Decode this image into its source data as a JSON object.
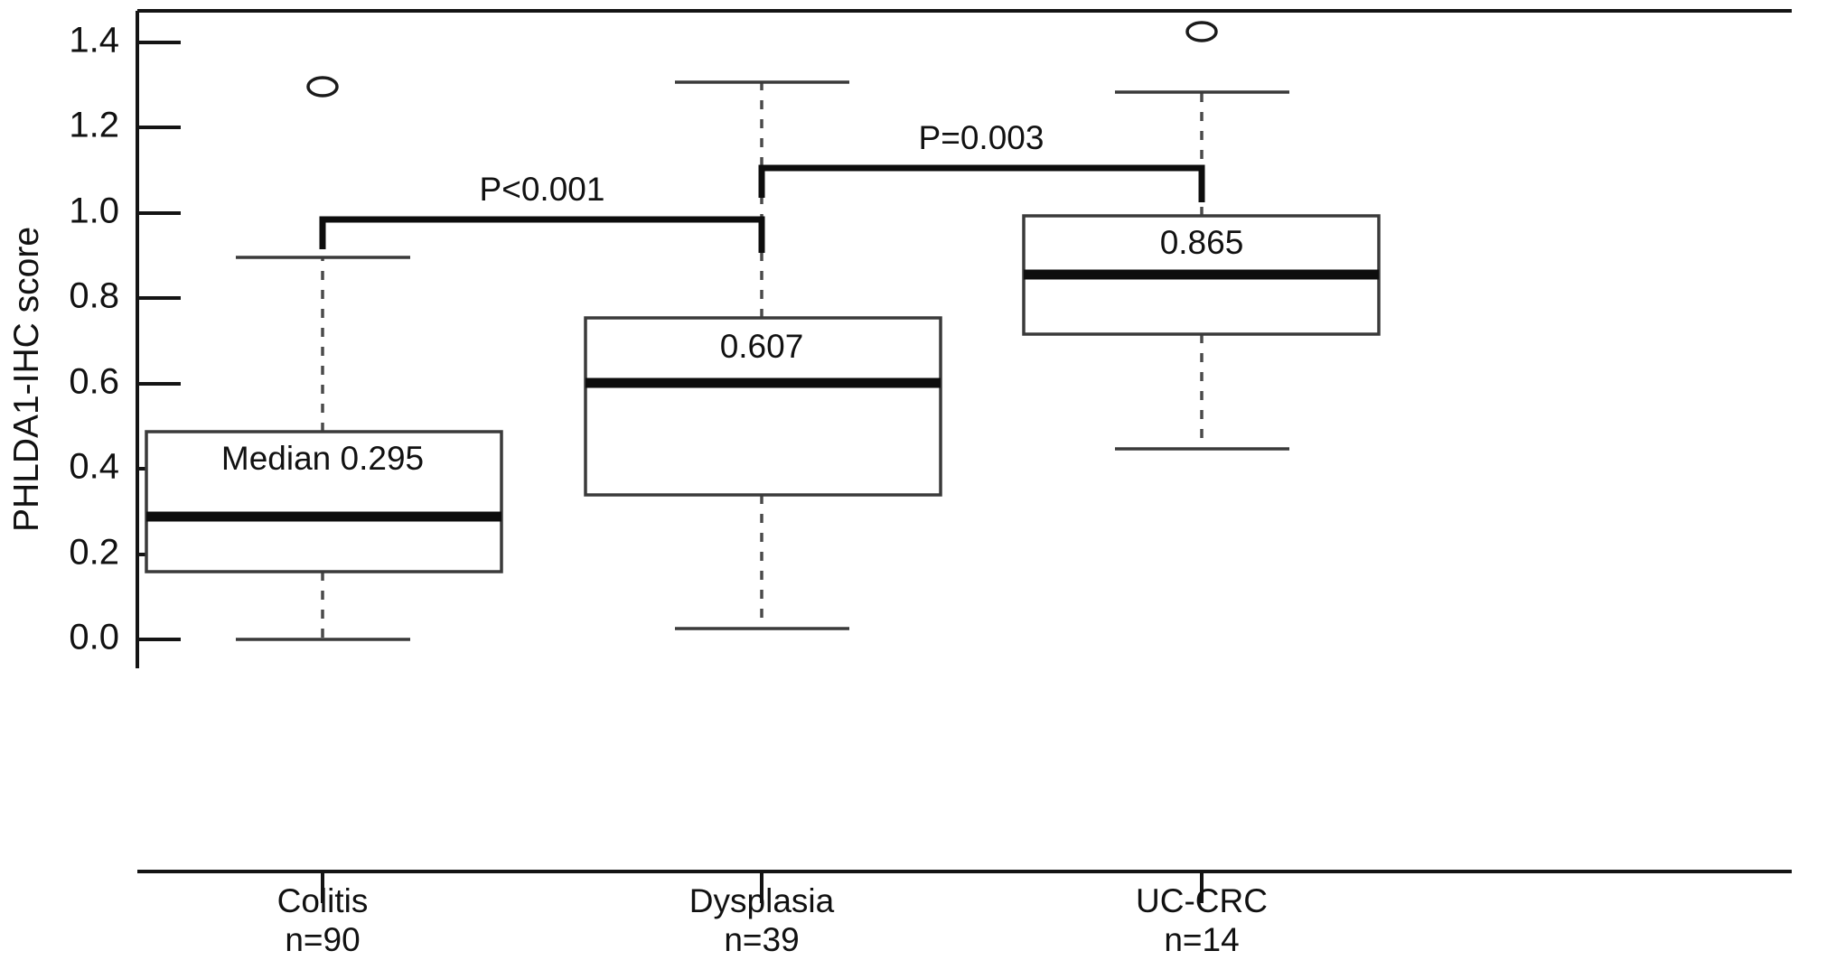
{
  "chart_data": {
    "type": "boxplot",
    "title": "",
    "xlabel": "",
    "ylabel": "PHLDA1-IHC score",
    "ylim": [
      -0.06,
      1.48
    ],
    "yticks": [
      0.0,
      0.2,
      0.4,
      0.6,
      0.8,
      1.0,
      1.2,
      1.4
    ],
    "ytick_labels": [
      "0.0",
      "0.2",
      "0.4",
      "0.6",
      "0.8",
      "1.0",
      "1.2",
      "1.4"
    ],
    "grid": false,
    "legend": "none",
    "categories": [
      "Colitis",
      "Dysplasia",
      "UC-CRC"
    ],
    "group_counts": [
      "n=90",
      "n=39",
      "n=14"
    ],
    "boxes": [
      {
        "category": "Colitis",
        "count_label": "n=90",
        "whisker_low": 0.0,
        "q1": 0.145,
        "median": 0.295,
        "q3": 0.475,
        "whisker_high": 0.9,
        "outliers": [
          1.295
        ],
        "median_label": "Median 0.295"
      },
      {
        "category": "Dysplasia",
        "count_label": "n=39",
        "whisker_low": 0.025,
        "q1": 0.325,
        "median": 0.607,
        "q3": 0.755,
        "whisker_high": 1.315,
        "outliers": [],
        "median_label": "0.607"
      },
      {
        "category": "UC-CRC",
        "count_label": "n=14",
        "whisker_low": 0.45,
        "q1": 0.725,
        "median": 0.865,
        "q3": 1.0,
        "whisker_high": 1.29,
        "outliers": [
          1.425
        ],
        "median_label": "0.865"
      }
    ],
    "annotations": [
      {
        "id": "colitis-dysplasia",
        "text": "P<0.001",
        "from_category": "Colitis",
        "to_category": "Dysplasia",
        "bracket_y": 0.99
      },
      {
        "id": "dysplasia-uccrc",
        "text": "P=0.003",
        "from_category": "Dysplasia",
        "to_category": "UC-CRC",
        "bracket_y": 1.115
      }
    ]
  },
  "axis": {
    "y_title": "PHLDA1-IHC score",
    "tick_0": "0.0",
    "tick_1": "0.2",
    "tick_2": "0.4",
    "tick_3": "0.6",
    "tick_4": "0.8",
    "tick_5": "1.0",
    "tick_6": "1.2",
    "tick_7": "1.4"
  },
  "x_labels": {
    "cat_0_name": "Colitis",
    "cat_0_count": "n=90",
    "cat_1_name": "Dysplasia",
    "cat_1_count": "n=39",
    "cat_2_name": "UC-CRC",
    "cat_2_count": "n=14"
  },
  "box_labels": {
    "colitis_median": "Median 0.295",
    "dysplasia_median": "0.607",
    "uccrc_median": "0.865"
  },
  "significance": {
    "colitis_dysplasia": "P<0.001",
    "dysplasia_uccrc": "P=0.003"
  },
  "colors": {
    "line": "#141414",
    "box_stroke": "#3a3a3a",
    "median_stroke": "#0d0d0d",
    "background": "#ffffff"
  }
}
